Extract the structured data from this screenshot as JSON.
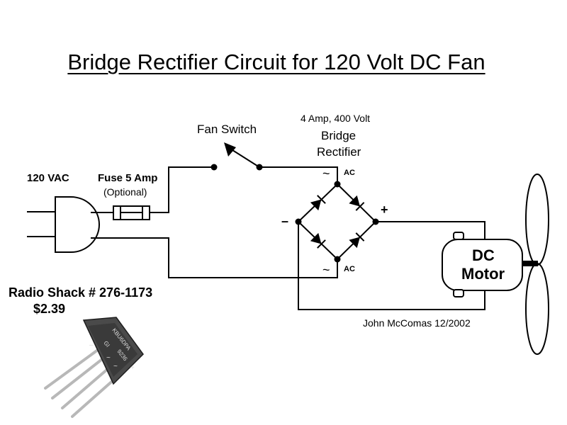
{
  "title": "Bridge Rectifier Circuit for 120 Volt DC Fan",
  "rectifier": {
    "rating": "4 Amp, 400 Volt",
    "label_line1": "Bridge",
    "label_line2": "Rectifier",
    "ac_top": "AC",
    "ac_bottom": "AC",
    "tilde_top": "~",
    "tilde_bottom": "~",
    "plus": "+",
    "minus": "–"
  },
  "switch_label": "Fan Switch",
  "source_label": "120 VAC",
  "fuse_label": "Fuse 5 Amp",
  "fuse_note": "(Optional)",
  "motor": {
    "line1": "DC",
    "line2": "Motor"
  },
  "author": "John McComas 12/2002",
  "part": {
    "number": "Radio Shack # 276-1173",
    "price": "$2.39"
  },
  "part_photo_markings": [
    "KBU6DPA",
    "GI",
    "9236",
    "~",
    "~",
    "+",
    "–"
  ]
}
